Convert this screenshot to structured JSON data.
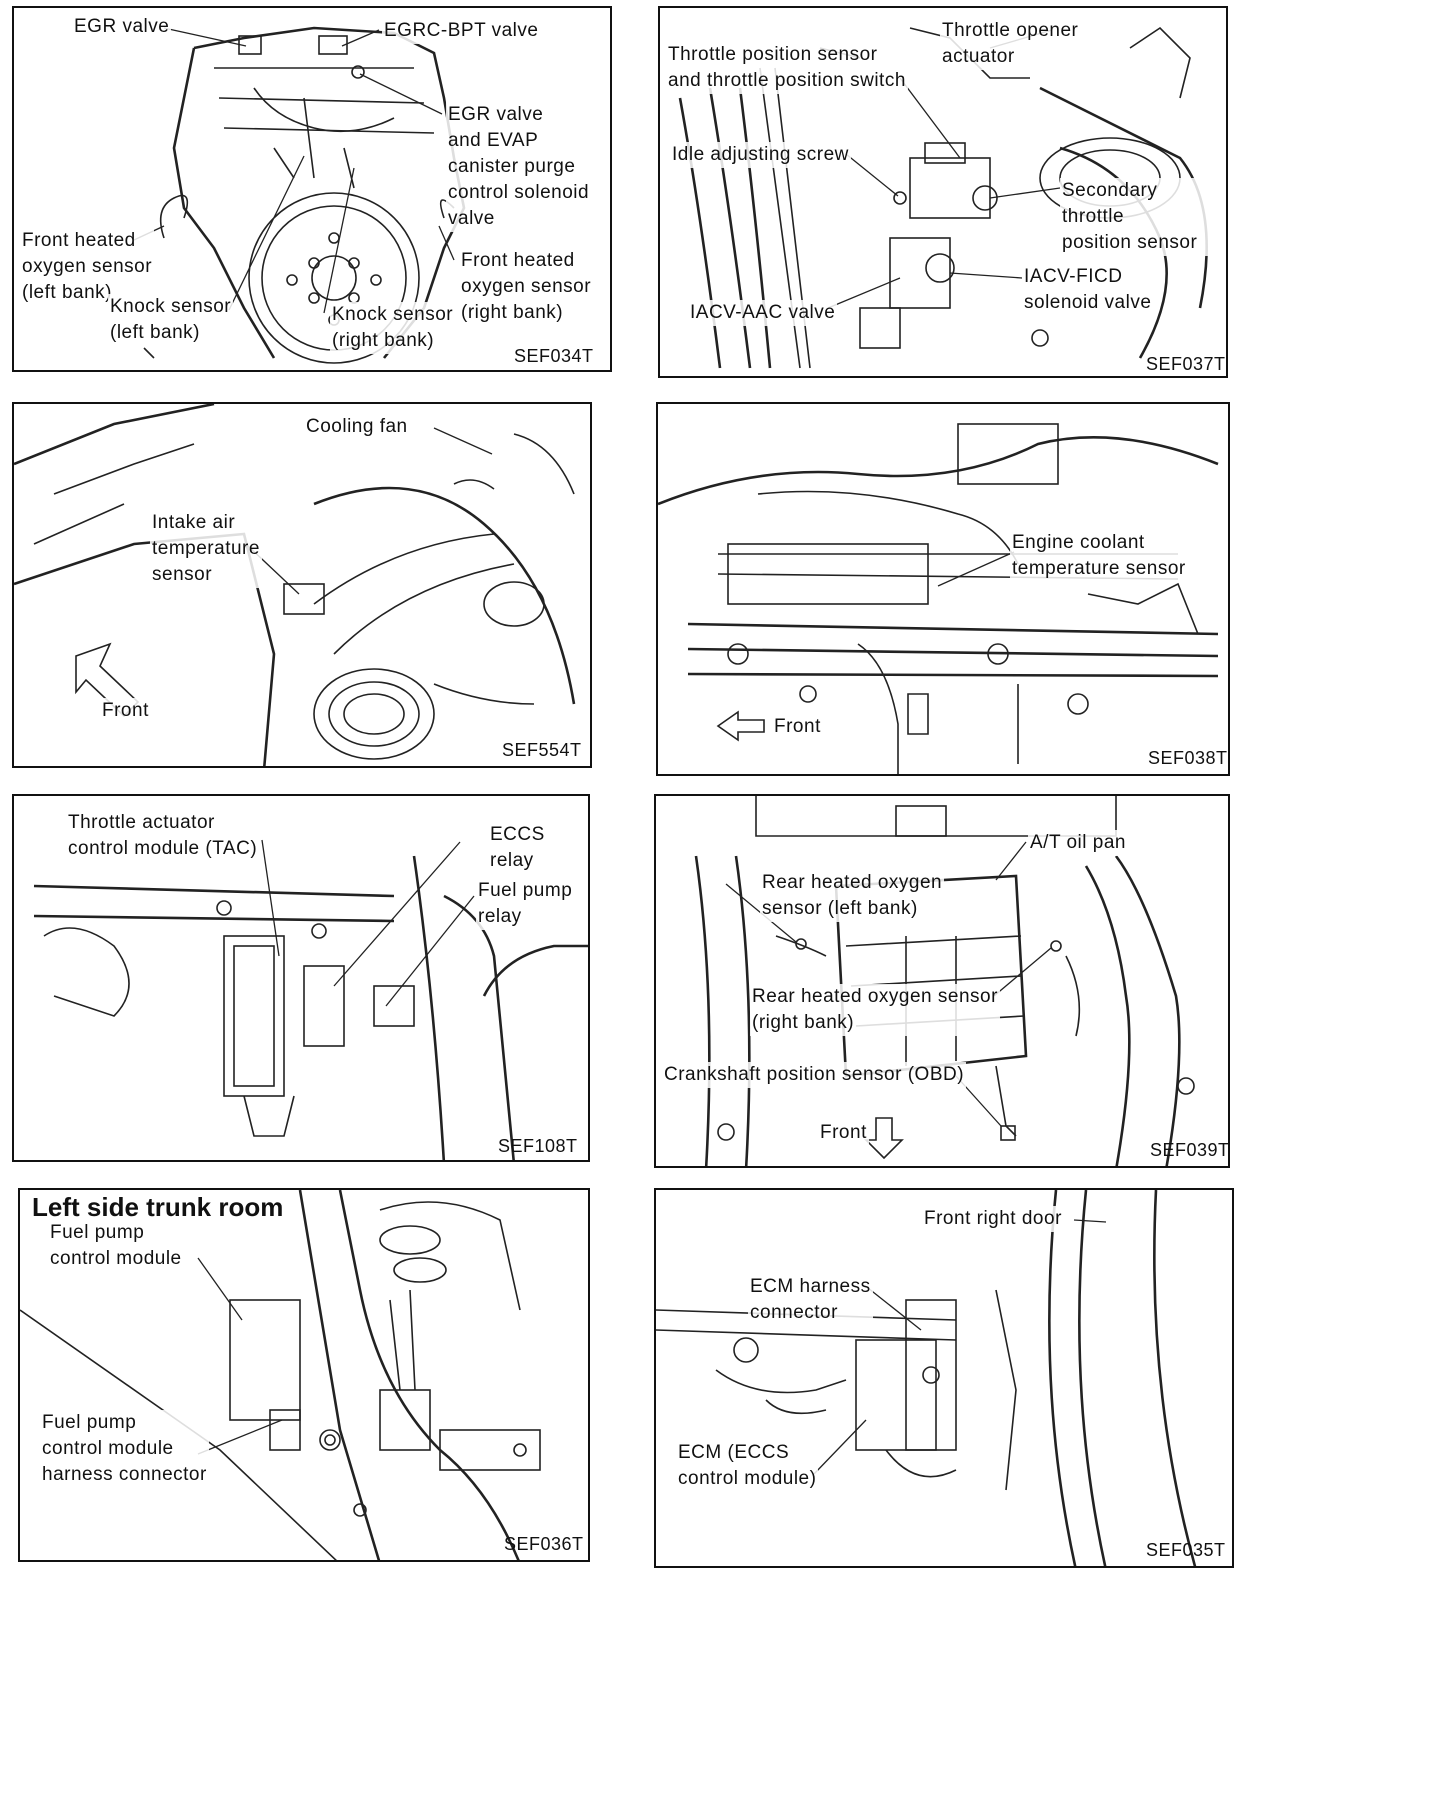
{
  "panels": [
    {
      "id": "p1",
      "code": "SEF034T",
      "labels": [
        "EGR valve",
        "EGRC-BPT valve",
        "EGR valve\nand EVAP\ncanister purge\ncontrol solenoid\nvalve",
        "Front heated\noxygen sensor\n(left bank)",
        "Knock sensor\n(left bank)",
        "Knock sensor\n(right bank)",
        "Front heated\noxygen sensor\n(right bank)"
      ]
    },
    {
      "id": "p2",
      "code": "SEF037T",
      "labels": [
        "Throttle position sensor\nand throttle position switch",
        "Throttle opener\nactuator",
        "Idle adjusting screw",
        "Secondary throttle\nposition sensor",
        "IACV-FICD\nsolenoid valve",
        "IACV-AAC valve"
      ]
    },
    {
      "id": "p3",
      "code": "SEF554T",
      "labels": [
        "Cooling fan",
        "Intake air\ntemperature\nsensor",
        "Front"
      ]
    },
    {
      "id": "p4",
      "code": "SEF038T",
      "labels": [
        "Engine coolant\ntemperature sensor",
        "Front"
      ]
    },
    {
      "id": "p5",
      "code": "SEF108T",
      "labels": [
        "Throttle actuator\ncontrol module (TAC)",
        "ECCS\nrelay",
        "Fuel pump\nrelay"
      ]
    },
    {
      "id": "p6",
      "code": "SEF039T",
      "labels": [
        "A/T oil pan",
        "Rear heated oxygen\nsensor (left bank)",
        "Rear heated oxygen sensor\n(right bank)",
        "Crankshaft position sensor (OBD)",
        "Front"
      ]
    },
    {
      "id": "p7",
      "code": "SEF036T",
      "heading": "Left side trunk room",
      "labels": [
        "Fuel pump\ncontrol module",
        "Fuel pump\ncontrol module\nharness connector"
      ]
    },
    {
      "id": "p8",
      "code": "SEF035T",
      "labels": [
        "Front right door",
        "ECM harness\nconnector",
        "ECM (ECCS\ncontrol module)"
      ]
    }
  ]
}
